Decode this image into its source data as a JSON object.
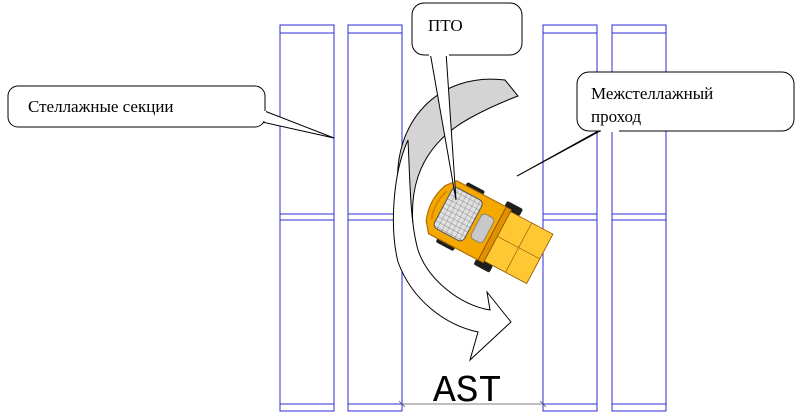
{
  "labels": {
    "forklift": "ПТО",
    "rack_sections": "Стеллажные секции",
    "aisle_line1": "Межстеллажный",
    "aisle_line2": "проход",
    "aisle_width": "AST"
  },
  "colors": {
    "rack_outline": "#2b2bd6",
    "callout_fill": "#ffffff",
    "callout_stroke": "#000000",
    "turn_arc": "#d4d4d4",
    "forklift_body": "#f5a800",
    "forklift_body_dark": "#d98800",
    "forks": "#ffc832",
    "overhead_guard": "#b8b8b8",
    "wheels": "#1e1e1e"
  }
}
